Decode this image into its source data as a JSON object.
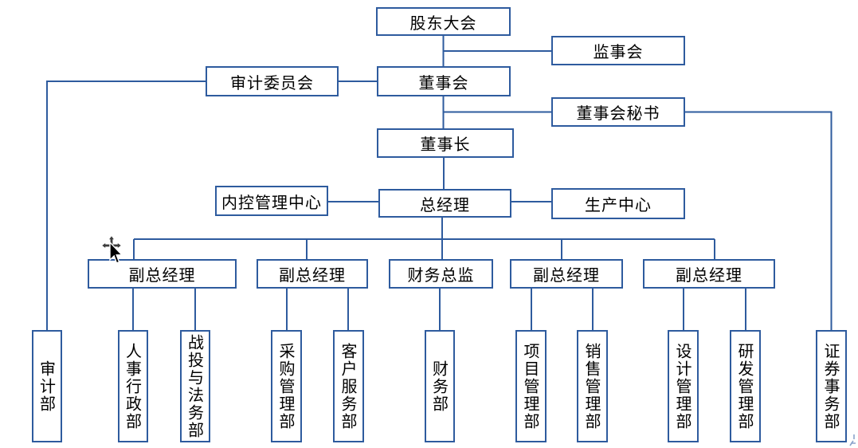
{
  "diagram_type": "org-chart",
  "colors": {
    "box_border": "#2E5B9E",
    "connector": "#2E5B9E",
    "text": "#000000",
    "background": "#FFFFFF"
  },
  "nodes": {
    "shareholders_meeting": {
      "label": "股东大会"
    },
    "supervisory_board": {
      "label": "监事会"
    },
    "audit_committee": {
      "label": "审计委员会"
    },
    "board_of_directors": {
      "label": "董事会"
    },
    "board_secretary": {
      "label": "董事会秘书"
    },
    "chairman": {
      "label": "董事长"
    },
    "internal_control_center": {
      "label": "内控管理中心"
    },
    "general_manager": {
      "label": "总经理"
    },
    "production_center": {
      "label": "生产中心"
    },
    "deputy_gm_1": {
      "label": "副总经理"
    },
    "deputy_gm_2": {
      "label": "副总经理"
    },
    "cfo": {
      "label": "财务总监"
    },
    "deputy_gm_3": {
      "label": "副总经理"
    },
    "deputy_gm_4": {
      "label": "副总经理"
    },
    "audit_dept": {
      "label": "审计部"
    },
    "hr_admin_dept": {
      "label": "人事行政部"
    },
    "strategy_investment_legal_dept": {
      "label": "战投与法务部"
    },
    "procurement_mgmt_dept": {
      "label": "采购管理部"
    },
    "customer_service_dept": {
      "label": "客户服务部"
    },
    "finance_dept": {
      "label": "财务部"
    },
    "project_mgmt_dept": {
      "label": "项目管理部"
    },
    "sales_mgmt_dept": {
      "label": "销售管理部"
    },
    "design_mgmt_dept": {
      "label": "设计管理部"
    },
    "rd_mgmt_dept": {
      "label": "研发管理部"
    },
    "securities_affairs_dept": {
      "label": "证券事务部"
    }
  },
  "edges": [
    [
      "shareholders_meeting",
      "board_of_directors"
    ],
    [
      "shareholders_meeting",
      "supervisory_board"
    ],
    [
      "board_of_directors",
      "audit_committee"
    ],
    [
      "audit_committee",
      "audit_dept"
    ],
    [
      "board_of_directors",
      "board_secretary"
    ],
    [
      "board_secretary",
      "securities_affairs_dept"
    ],
    [
      "board_of_directors",
      "chairman"
    ],
    [
      "chairman",
      "general_manager"
    ],
    [
      "general_manager",
      "internal_control_center"
    ],
    [
      "general_manager",
      "production_center"
    ],
    [
      "general_manager",
      "deputy_gm_1"
    ],
    [
      "general_manager",
      "deputy_gm_2"
    ],
    [
      "general_manager",
      "cfo"
    ],
    [
      "general_manager",
      "deputy_gm_3"
    ],
    [
      "general_manager",
      "deputy_gm_4"
    ],
    [
      "deputy_gm_1",
      "hr_admin_dept"
    ],
    [
      "deputy_gm_1",
      "strategy_investment_legal_dept"
    ],
    [
      "deputy_gm_2",
      "procurement_mgmt_dept"
    ],
    [
      "deputy_gm_2",
      "customer_service_dept"
    ],
    [
      "cfo",
      "finance_dept"
    ],
    [
      "deputy_gm_3",
      "project_mgmt_dept"
    ],
    [
      "deputy_gm_3",
      "sales_mgmt_dept"
    ],
    [
      "deputy_gm_4",
      "design_mgmt_dept"
    ],
    [
      "deputy_gm_4",
      "rd_mgmt_dept"
    ]
  ],
  "cursor": {
    "type": "move-with-pointer"
  }
}
